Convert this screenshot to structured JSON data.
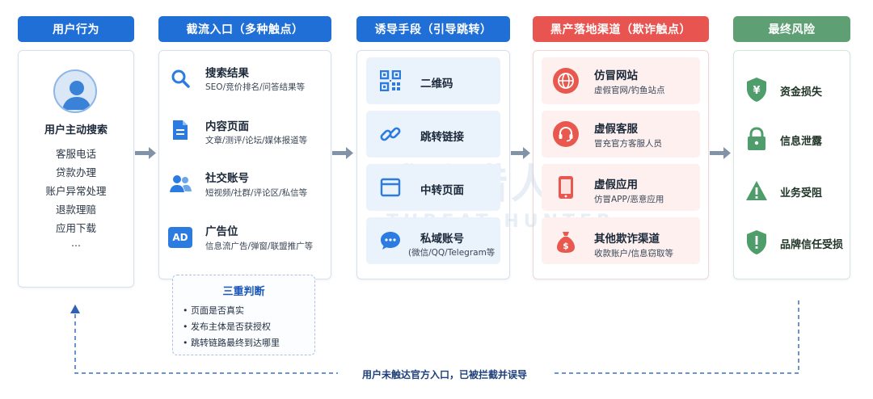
{
  "columns": {
    "user": "用户行为",
    "entry": "截流入口（多种触点）",
    "lure": "诱导手段（引导跳转）",
    "fraud": "黑产落地渠道（欺诈触点）",
    "risk": "最终风险"
  },
  "user": {
    "title": "用户主动搜索",
    "items": [
      "客服电话",
      "贷款办理",
      "账户异常处理",
      "退款理赔",
      "应用下载",
      "..."
    ]
  },
  "entry_items": [
    {
      "title": "搜索结果",
      "sub": "SEO/竞价排名/问答结果等",
      "icon": "search-icon"
    },
    {
      "title": "内容页面",
      "sub": "文章/测评/论坛/媒体报道等",
      "icon": "document-icon"
    },
    {
      "title": "社交账号",
      "sub": "短视频/社群/评论区/私信等",
      "icon": "users-icon"
    },
    {
      "title": "广告位",
      "sub": "信息流广告/弹窗/联盟推广等",
      "icon": "ad-icon",
      "icon_text": "AD"
    }
  ],
  "judge": {
    "title": "三重判断",
    "items": [
      "页面是否真实",
      "发布主体是否获授权",
      "跳转链路最终到达哪里"
    ]
  },
  "lure_items": [
    {
      "label": "二维码",
      "icon": "qrcode-icon"
    },
    {
      "label": "跳转链接",
      "icon": "link-icon"
    },
    {
      "label": "中转页面",
      "icon": "browser-window-icon"
    },
    {
      "label": "私域账号",
      "sub": "(微信/QQ/Telegram等",
      "icon": "chat-bubble-icon"
    }
  ],
  "fraud_items": [
    {
      "title": "仿冒网站",
      "sub": "虚假官网/钓鱼站点",
      "icon": "globe-icon"
    },
    {
      "title": "虚假客服",
      "sub": "冒充官方客服人员",
      "icon": "headset-icon"
    },
    {
      "title": "虚假应用",
      "sub": "仿冒APP/恶意应用",
      "icon": "phone-icon"
    },
    {
      "title": "其他欺诈渠道",
      "sub": "收款账户/信息窃取等",
      "icon": "money-bag-icon"
    }
  ],
  "risk_items": [
    {
      "label": "资金损失",
      "icon": "shield-yen-icon",
      "glyph": "¥"
    },
    {
      "label": "信息泄露",
      "icon": "lock-icon"
    },
    {
      "label": "业务受阻",
      "icon": "warning-icon",
      "glyph": "!"
    },
    {
      "label": "品牌信任受损",
      "icon": "shield-alert-icon",
      "glyph": "!"
    }
  ],
  "footer": "用户未触达官方入口，已被拦截并误导",
  "watermark": {
    "cn": "威胁猎人",
    "en": "THREAT HUNTER"
  },
  "colors": {
    "blue": "#1f6fd6",
    "red": "#e8544f",
    "green": "#5f9f74"
  }
}
